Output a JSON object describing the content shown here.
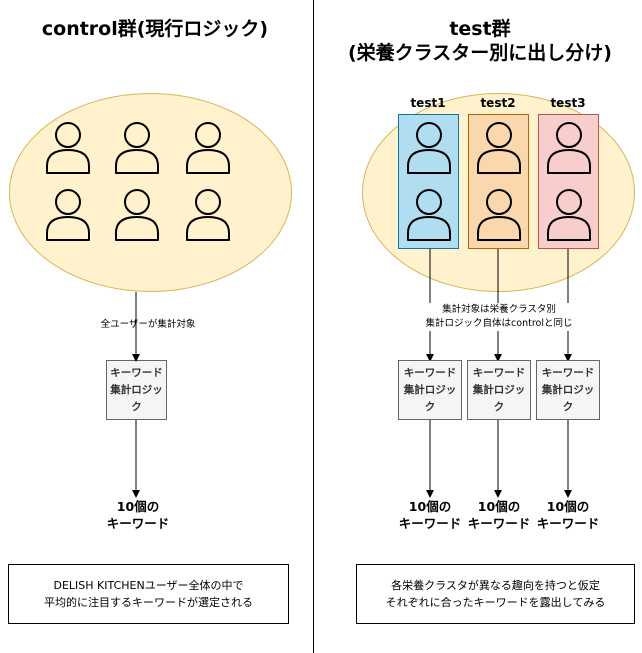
{
  "left": {
    "title": "control群(現行ロジック)",
    "edge_label": "全ユーザーが集計対象",
    "logic_box": {
      "line1": "キーワード",
      "line2": "集計ロジック"
    },
    "result": {
      "line1": "10個の",
      "line2": "キーワード"
    },
    "note": {
      "line1": "DELISH KITCHENユーザー全体の中で",
      "line2": "平均的に注目するキーワードが選定される"
    }
  },
  "right": {
    "title_line1": "test群",
    "title_line2": "(栄養クラスター別に出し分け)",
    "groups": [
      {
        "label": "test1",
        "fill": "#b1ddf0",
        "stroke": "#10739e"
      },
      {
        "label": "test2",
        "fill": "#fad7ac",
        "stroke": "#b46504"
      },
      {
        "label": "test3",
        "fill": "#f8cecc",
        "stroke": "#b85450"
      }
    ],
    "edge_label": {
      "line1": "集計対象は栄養クラスタ別",
      "line2": "集計ロジック自体はcontrolと同じ"
    },
    "logic_boxes": [
      {
        "line1": "キーワード",
        "line2": "集計ロジック"
      },
      {
        "line1": "キーワード",
        "line2": "集計ロジック"
      },
      {
        "line1": "キーワード",
        "line2": "集計ロジック"
      }
    ],
    "results": [
      {
        "line1": "10個の",
        "line2": "キーワード"
      },
      {
        "line1": "10個の",
        "line2": "キーワード"
      },
      {
        "line1": "10個の",
        "line2": "キーワード"
      }
    ],
    "note": {
      "line1": "各栄養クラスタが異なる趣向を持つと仮定",
      "line2": "それぞれに合ったキーワードを露出してみる"
    }
  },
  "colors": {
    "ellipse_fill": "#fff2cc",
    "ellipse_stroke": "#d6b656",
    "logic_fill": "#f5f5f5"
  },
  "icons": [
    "user-icon"
  ]
}
